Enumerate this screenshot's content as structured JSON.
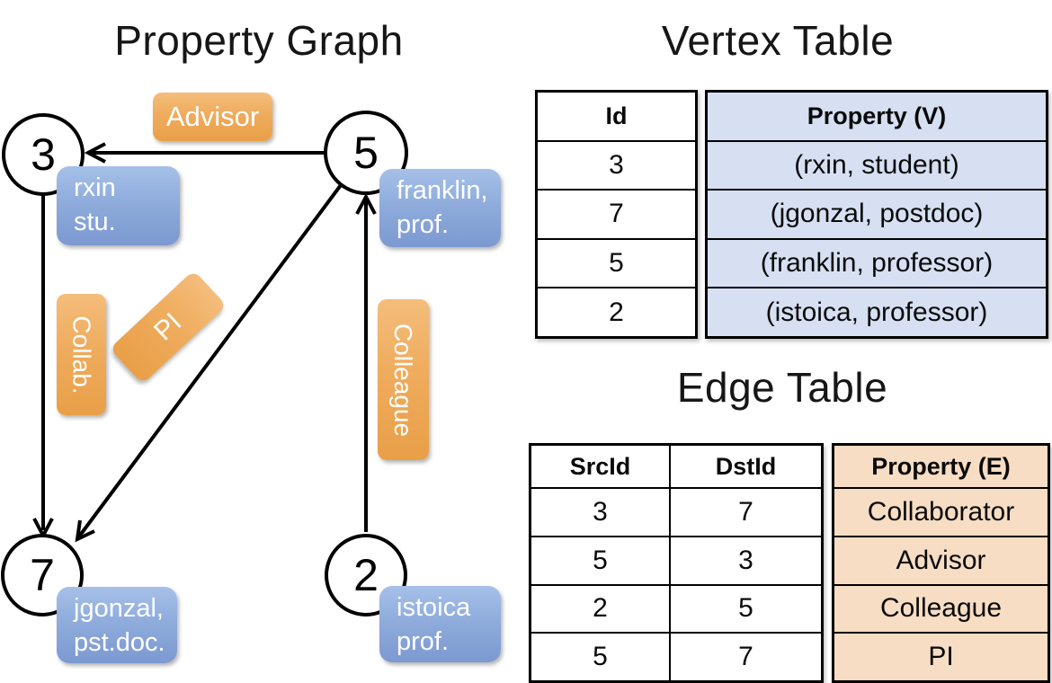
{
  "figure": {
    "background": "#FFFFFF"
  },
  "colors": {
    "edge_label_gradient_top": "#F4BD7C",
    "edge_label_gradient_bottom": "#E99F48",
    "node_label_gradient_top": "#A6C0E8",
    "node_label_gradient_bottom": "#7C99D1",
    "vertex_property_column_bg": "#D6E0F2",
    "edge_property_column_bg": "#F6DDC3",
    "table_border": "#000000",
    "graph_line_color": "#000000"
  },
  "graph": {
    "title": "Property Graph",
    "nodes": [
      {
        "id": "3",
        "line1": "rxin",
        "line2": "stu."
      },
      {
        "id": "5",
        "line1": "franklin,",
        "line2": "prof."
      },
      {
        "id": "7",
        "line1": "jgonzal,",
        "line2": "pst.doc."
      },
      {
        "id": "2",
        "line1": "istoica",
        "line2": "prof."
      }
    ],
    "edges": [
      {
        "from": "5",
        "to": "3",
        "label": "Advisor"
      },
      {
        "from": "3",
        "to": "7",
        "label": "Collab."
      },
      {
        "from": "5",
        "to": "7",
        "label": "PI"
      },
      {
        "from": "2",
        "to": "5",
        "label": "Colleague"
      }
    ]
  },
  "vertex_table": {
    "title": "Vertex Table",
    "columns": {
      "id": "Id",
      "property": "Property (V)"
    },
    "rows": [
      {
        "id": "3",
        "property": "(rxin, student)"
      },
      {
        "id": "7",
        "property": "(jgonzal, postdoc)"
      },
      {
        "id": "5",
        "property": "(franklin, professor)"
      },
      {
        "id": "2",
        "property": "(istoica, professor)"
      }
    ]
  },
  "edge_table": {
    "title": "Edge Table",
    "columns": {
      "src": "SrcId",
      "dst": "DstId",
      "property": "Property (E)"
    },
    "rows": [
      {
        "src": "3",
        "dst": "7",
        "property": "Collaborator"
      },
      {
        "src": "5",
        "dst": "3",
        "property": "Advisor"
      },
      {
        "src": "2",
        "dst": "5",
        "property": "Colleague"
      },
      {
        "src": "5",
        "dst": "7",
        "property": "PI"
      }
    ]
  }
}
